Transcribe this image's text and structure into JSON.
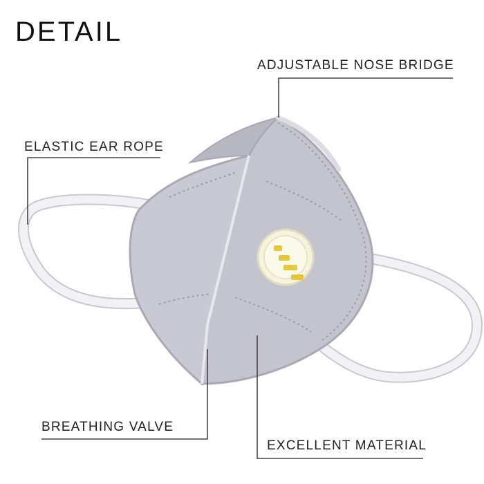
{
  "title": "DETAIL",
  "labels": {
    "nose_bridge": "ADJUSTABLE NOSE BRIDGE",
    "ear_rope": "ELASTIC EAR ROPE",
    "breathing_valve": "BREATHING VALVE",
    "material": "EXCELLENT MATERIAL"
  },
  "colors": {
    "mask_fill": "#c9c9d3",
    "mask_shade": "#b7b7c2",
    "edge": "#a9a9b4",
    "strap": "#f2f2f6",
    "strap_outline": "#c8c8d0",
    "valve": "#f6f2dc",
    "valve_slot": "#e3c93a",
    "leader_line": "#444444"
  }
}
